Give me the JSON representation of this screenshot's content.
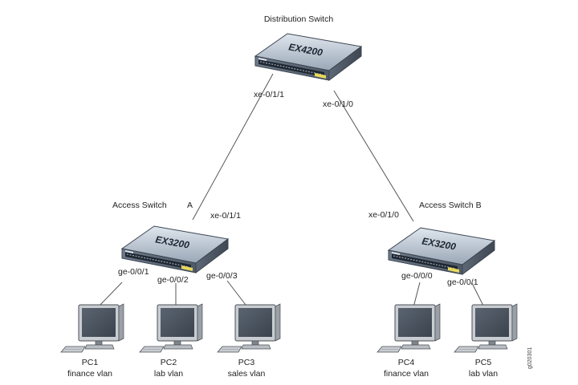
{
  "distribution": {
    "title": "Distribution Switch",
    "model": "EX4200",
    "ports": [
      "xe-0/1/1",
      "xe-0/1/0"
    ]
  },
  "access_a": {
    "title": "Access Switch",
    "suffix": "A",
    "model": "EX3200",
    "uplink": "xe-0/1/1",
    "ports": [
      "ge-0/0/1",
      "ge-0/0/2",
      "ge-0/0/3"
    ]
  },
  "access_b": {
    "title": "Access Switch B",
    "model": "EX3200",
    "uplink": "xe-0/1/0",
    "ports": [
      "ge-0/0/0",
      "ge-0/0/1"
    ]
  },
  "pcs": [
    {
      "name": "PC1",
      "vlan": "finance vlan"
    },
    {
      "name": "PC2",
      "vlan": "lab vlan"
    },
    {
      "name": "PC3",
      "vlan": "sales vlan"
    },
    {
      "name": "PC4",
      "vlan": "finance vlan"
    },
    {
      "name": "PC5",
      "vlan": "lab vlan"
    }
  ],
  "figure_id": "g020301"
}
